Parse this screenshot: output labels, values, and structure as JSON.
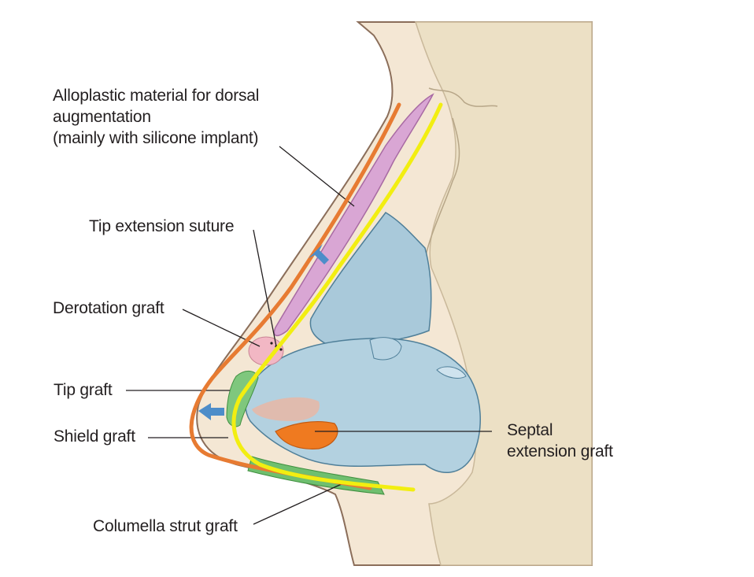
{
  "labels": {
    "alloplastic": {
      "line1": "Alloplastic material for dorsal",
      "line2": "augmentation",
      "line3": "(mainly with silicone implant)"
    },
    "tip_extension_suture": "Tip extension suture",
    "derotation_graft": "Derotation graft",
    "tip_graft": "Tip graft",
    "shield_graft": "Shield graft",
    "septal_extension_graft": {
      "line1": "Septal",
      "line2": "extension graft"
    },
    "columella_strut_graft": "Columella strut graft"
  },
  "colors": {
    "skin": "#f4e7d4",
    "bone": "#ece0c5",
    "cartilage": "#a9c9da",
    "implant": "#d9a6d4",
    "orange_outline": "#e77b32",
    "yellow_outline": "#f2ee11",
    "arrows": "#4d8dc9",
    "septal_graft": "#ef7a20",
    "tip_graft": "#7fc77d",
    "derotation_graft": "#f2b7c4"
  }
}
